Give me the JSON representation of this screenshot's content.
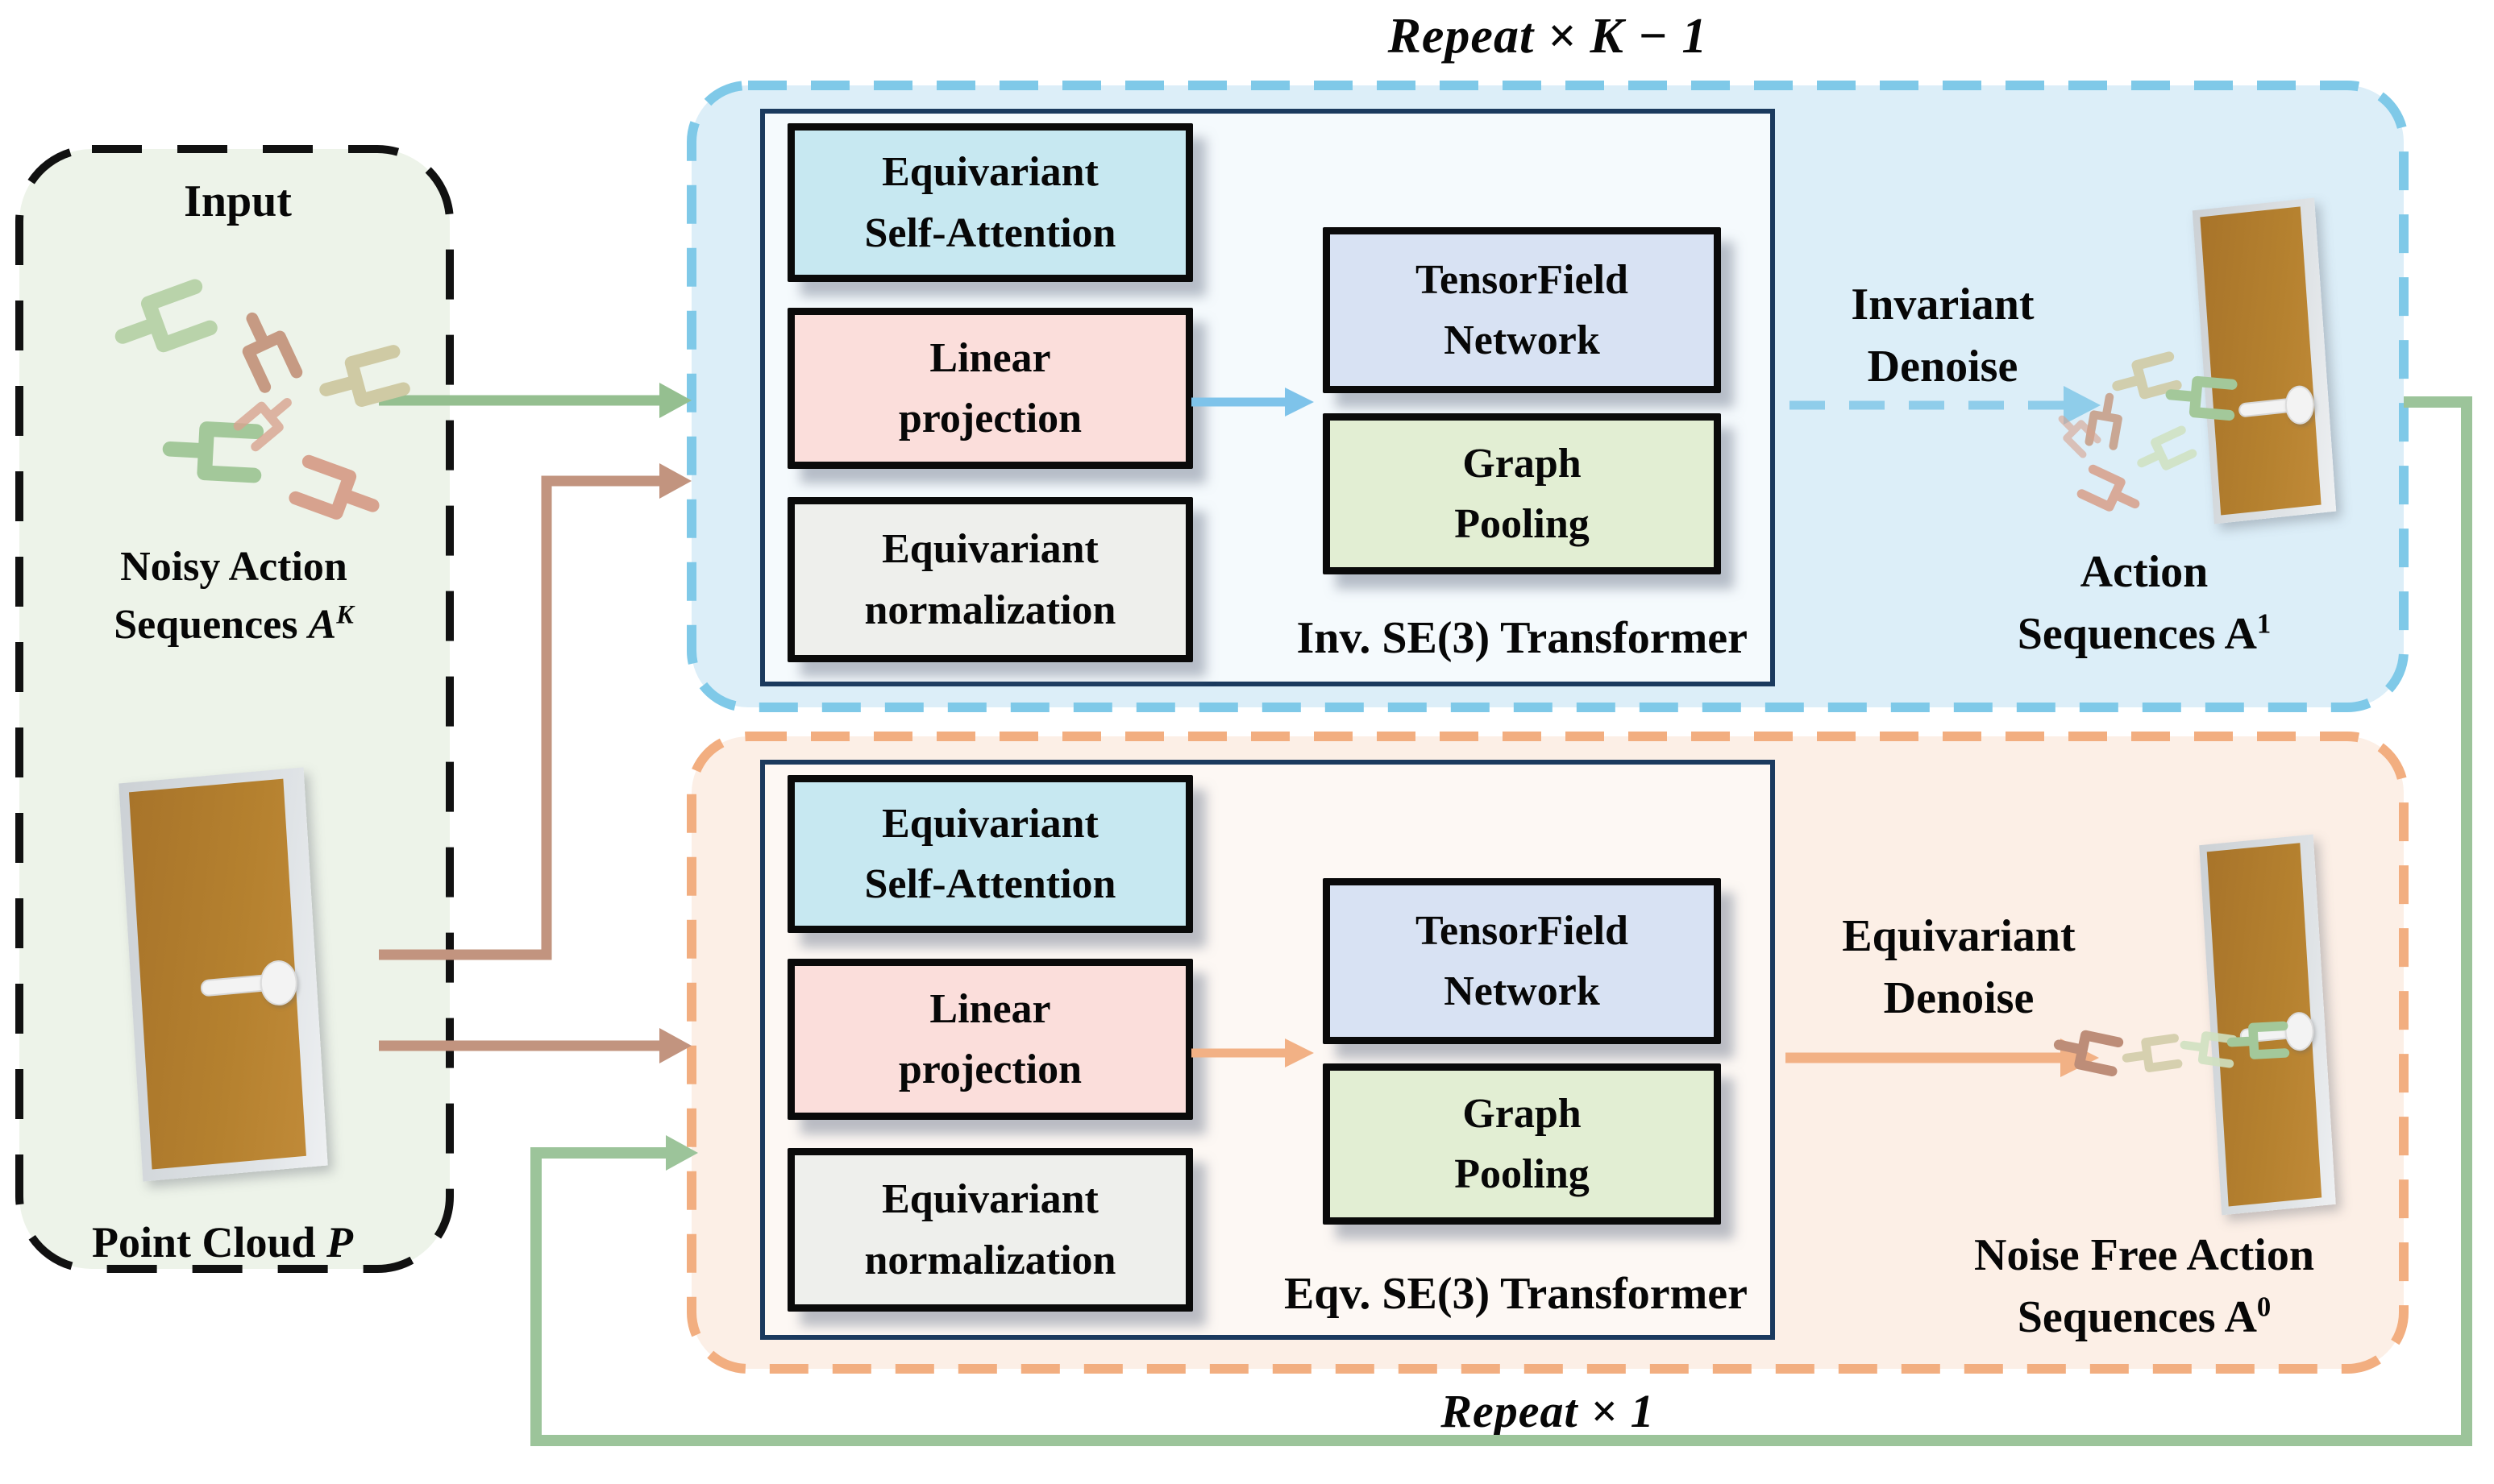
{
  "titles": {
    "repeat_top": "Repeat × K − 1",
    "repeat_bottom": "Repeat × 1"
  },
  "input_panel": {
    "title": "Input",
    "noisy_label": {
      "line1": "Noisy Action",
      "line2_prefix": "Sequences ",
      "symbol": "A",
      "superscript": "K"
    },
    "point_cloud_label": {
      "prefix": "Point Cloud ",
      "symbol": "P"
    }
  },
  "blocks": {
    "equivariant_self_attention": {
      "line1": "Equivariant",
      "line2": "Self-Attention"
    },
    "linear_projection": {
      "line1": "Linear",
      "line2": "projection"
    },
    "equivariant_normalization": {
      "line1": "Equivariant",
      "line2": "normalization"
    },
    "tensorfield_network": {
      "line1": "TensorField",
      "line2": "Network"
    },
    "graph_pooling": {
      "line1": "Graph",
      "line2": "Pooling"
    }
  },
  "inv_module": {
    "caption": "Inv. SE(3) Transformer",
    "denoise_label": {
      "line1": "Invariant",
      "line2": "Denoise"
    },
    "output_label": {
      "line1": "Action",
      "line2_prefix": "Sequences ",
      "symbol": "A",
      "superscript": "1"
    }
  },
  "eqv_module": {
    "caption": "Eqv. SE(3) Transformer",
    "denoise_label": {
      "line1": "Equivariant",
      "line2": "Denoise"
    },
    "output_label": {
      "line1": "Noise Free Action",
      "line2_prefix": "Sequences ",
      "symbol": "A",
      "superscript": "0"
    }
  },
  "icons": {
    "gripper": "robot-gripper-icon",
    "door": "door-with-handle-illustration"
  },
  "colors": {
    "text": "#070707",
    "input-bg": "#edf3e9",
    "blue-bg": "#dceef8",
    "blue-border": "#7fc9e8",
    "orange-bg": "#fcefe6",
    "orange-border": "#f2ae80",
    "panel-bg-blue": "#f5fafd",
    "panel-bg-orange": "#fdf8f4",
    "panel-border": "#1b3a5e",
    "box-border": "#0a0a0a",
    "box-cyan": "#c7e8f1",
    "box-pink": "#fbdedb",
    "box-gray": "#eeefec",
    "box-lavender": "#d8e2f3",
    "box-green": "#e2eed3",
    "arrow-green": "#95bf90",
    "arrow-brown": "#c2947f",
    "arrow-blue": "#7ec3ea",
    "arrow-blue-dash": "#8fcdea",
    "arrow-orange": "#f2b185",
    "loop-green": "#9cc49a",
    "door-frame": "#ccd1d5",
    "door-panel": "#b5812f",
    "door-handle": "#f3f3f3",
    "gripper-light-green": "#b9d3aa",
    "gripper-green": "#a3c89a",
    "gripper-olive": "#cfcaa4",
    "gripper-brown": "#c69a83",
    "gripper-salmon": "#d7a28e",
    "gripper-pale-green": "#cfe0c0"
  }
}
